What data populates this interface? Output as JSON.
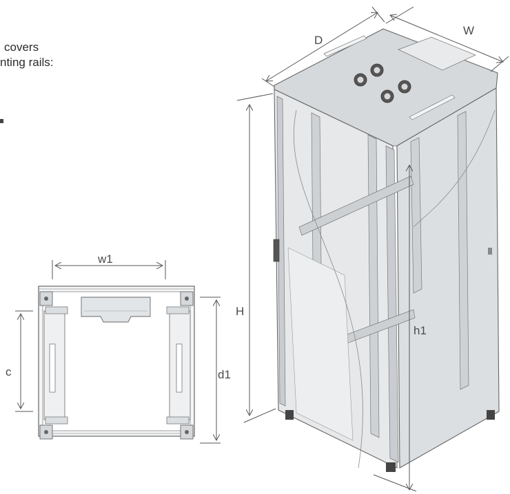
{
  "text_fragment": {
    "line1": "covers",
    "line2": "nting rails:"
  },
  "labels": {
    "depth": "D",
    "width": "W",
    "height": "H",
    "h1": "h1",
    "w1": "w1",
    "c": "c",
    "d1": "d1"
  },
  "colors": {
    "line": "#555555",
    "panel": "#e4e6e8",
    "panel_dark": "#c9ccd0",
    "top": "#d4d7da",
    "frame": "#aeb2b6"
  }
}
